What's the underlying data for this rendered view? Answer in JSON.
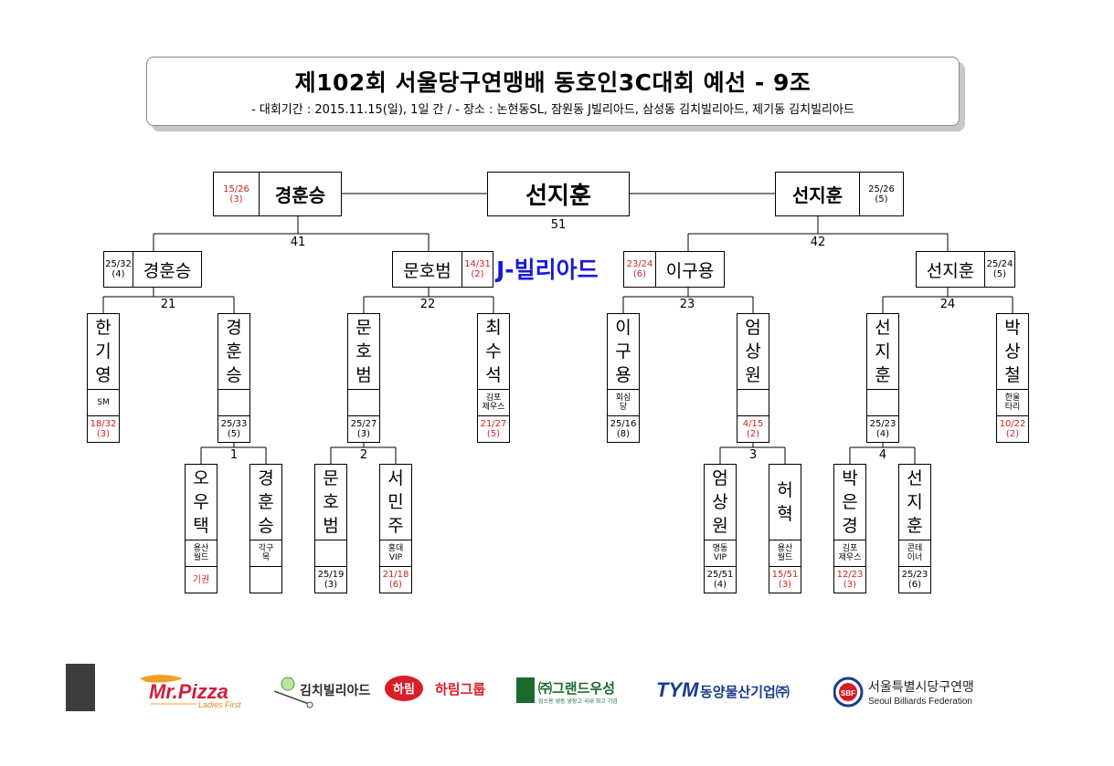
{
  "header": {
    "title": "제102회 서울당구연맹배 동호인3C대회 예선 - 9조",
    "subtitle": "- 대회기간 : 2015.11.15(일), 1일 간 / - 장소 : 논현동SL, 잠원동 J빌리아드, 삼성동 김치빌리아드, 제기동 김치빌리아드"
  },
  "venue": "J-빌리아드",
  "colors": {
    "win": "#000000",
    "loss": "#d32020",
    "venue": "#1a1ad6"
  },
  "final": {
    "match": "51",
    "winner": "선지훈"
  },
  "semis": [
    {
      "match": "41",
      "name": "경훈승",
      "score": "15/26",
      "inning": "(3)",
      "result": "loss"
    },
    {
      "match": "42",
      "name": "선지훈",
      "score": "25/26",
      "inning": "(5)",
      "result": "win"
    }
  ],
  "quarters": [
    {
      "match": "21",
      "name": "경훈승",
      "score": "25/32",
      "inning": "(4)",
      "result": "win"
    },
    {
      "match": "22",
      "name": "문호범",
      "score": "14/31",
      "inning": "(2)",
      "result": "loss"
    },
    {
      "match": "23",
      "name": "이구용",
      "score": "23/24",
      "inning": "(6)",
      "result": "loss"
    },
    {
      "match": "24",
      "name": "선지훈",
      "score": "25/24",
      "inning": "(5)",
      "result": "win"
    }
  ],
  "round2": [
    {
      "name": [
        "한",
        "기",
        "영"
      ],
      "club": "SM",
      "score": "18/32",
      "inning": "(3)",
      "result": "loss"
    },
    {
      "name": [
        "경",
        "훈",
        "승"
      ],
      "club": "",
      "score": "25/33",
      "inning": "(5)",
      "result": "win"
    },
    {
      "name": [
        "문",
        "호",
        "범"
      ],
      "club": "",
      "score": "25/27",
      "inning": "(3)",
      "result": "win"
    },
    {
      "name": [
        "최",
        "수",
        "석"
      ],
      "club": "김포 제우스",
      "score": "21/27",
      "inning": "(5)",
      "result": "loss"
    },
    {
      "name": [
        "이",
        "구",
        "용"
      ],
      "club": "회심 당",
      "score": "25/16",
      "inning": "(8)",
      "result": "win"
    },
    {
      "name": [
        "엄",
        "상",
        "원"
      ],
      "club": "",
      "score": "4/15",
      "inning": "(2)",
      "result": "loss"
    },
    {
      "name": [
        "선",
        "지",
        "훈"
      ],
      "club": "",
      "score": "25/23",
      "inning": "(4)",
      "result": "win"
    },
    {
      "name": [
        "박",
        "상",
        "철"
      ],
      "club": "한울 타리",
      "score": "10/22",
      "inning": "(2)",
      "result": "loss"
    }
  ],
  "round1_matches": [
    "1",
    "2",
    "3",
    "4"
  ],
  "round1": [
    {
      "name": [
        "오",
        "우",
        "택"
      ],
      "club": "용산 월드",
      "score": "기권",
      "inning": "",
      "result": "loss"
    },
    {
      "name": [
        "경",
        "훈",
        "승"
      ],
      "club": "각구 목",
      "score": "",
      "inning": "",
      "result": "win"
    },
    {
      "name": [
        "문",
        "호",
        "범"
      ],
      "club": "",
      "score": "25/19",
      "inning": "(3)",
      "result": "win"
    },
    {
      "name": [
        "서",
        "민",
        "주"
      ],
      "club": "홍대 VIP",
      "score": "21/18",
      "inning": "(6)",
      "result": "loss"
    },
    {
      "name": [
        "엄",
        "상",
        "원"
      ],
      "club": "명동 VIP",
      "score": "25/51",
      "inning": "(4)",
      "result": "win"
    },
    {
      "name": [
        "허",
        "",
        "혁"
      ],
      "club": "용산 월드",
      "score": "15/51",
      "inning": "(3)",
      "result": "loss"
    },
    {
      "name": [
        "박",
        "은",
        "경"
      ],
      "club": "김포 제우스",
      "score": "12/23",
      "inning": "(3)",
      "result": "loss"
    },
    {
      "name": [
        "선",
        "지",
        "훈"
      ],
      "club": "콘테 이너",
      "score": "25/23",
      "inning": "(6)",
      "result": "win"
    }
  ],
  "sponsors": [
    {
      "name": "Mr.Pizza",
      "tagline": "Ladies First",
      "color": "#d01f3c",
      "accent": "#f0a020"
    },
    {
      "name": "김치빌리아드",
      "color": "#2a2a2a",
      "accent": "#3aa040"
    },
    {
      "name": "하림그룹",
      "badge": "하림",
      "color": "#d81e28"
    },
    {
      "name": "㈜그랜드우성",
      "tagline": "업소용 냉동 냉장고 국내 최고 기업",
      "color": "#1c6b2e"
    },
    {
      "name": "동양물산기업㈜",
      "badge": "TYM",
      "color": "#1a3c8c"
    },
    {
      "name": "서울특별시당구연맹",
      "tagline": "Seoul Billiards Federation",
      "badge": "SBF",
      "color": "#222222"
    }
  ]
}
